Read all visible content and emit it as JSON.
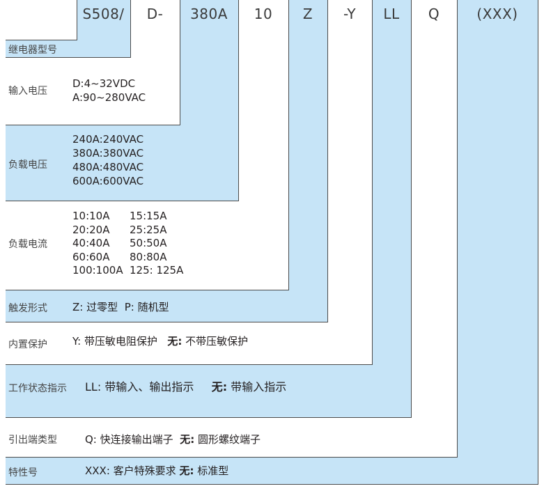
{
  "codes": [
    "S508/",
    "D-",
    "380A",
    "10",
    "Z",
    "-Y",
    "LL",
    "Q",
    "(XXX)"
  ],
  "sections": {
    "relay_model": {
      "label": "继电器型号"
    },
    "input_voltage": {
      "label": "输入电压",
      "lines": [
        "D:4~32VDC",
        "A:90~280VAC"
      ]
    },
    "load_voltage": {
      "label": "负载电压",
      "lines": [
        "240A:240VAC",
        "380A:380VAC",
        "480A:480VAC",
        "600A:600VAC"
      ]
    },
    "load_current": {
      "label": "负载电流",
      "rows": [
        [
          "10:10A",
          "15:15A"
        ],
        [
          "20:20A",
          "25:25A"
        ],
        [
          "40:40A",
          "50:50A"
        ],
        [
          "60:60A",
          "80:80A"
        ],
        [
          "100:100A",
          "125: 125A"
        ]
      ]
    },
    "trigger": {
      "label": "触发形式",
      "z_code": "Z:",
      "z_text": "过零型",
      "p_code": "P:",
      "p_text": "随机型"
    },
    "protection": {
      "label": "内置保护",
      "y_code": "Y:",
      "y_text": "带压敏电阻保护",
      "none_code": "无:",
      "none_text": "不带压敏保护"
    },
    "status": {
      "label": "工作状态指示",
      "ll_code": "LL:",
      "ll_text": "带输入、输出指示",
      "none_code": "无:",
      "none_text": "带输入指示"
    },
    "terminal": {
      "label": "引出端类型",
      "q_code": "Q:",
      "q_text": "快连接输出端子",
      "none_code": "无:",
      "none_text": "圆形螺纹端子"
    },
    "feature": {
      "label": "特性号",
      "x_code": "XXX:",
      "x_text": "客户特殊要求",
      "none_code": "无:",
      "none_text": "标准型"
    }
  }
}
